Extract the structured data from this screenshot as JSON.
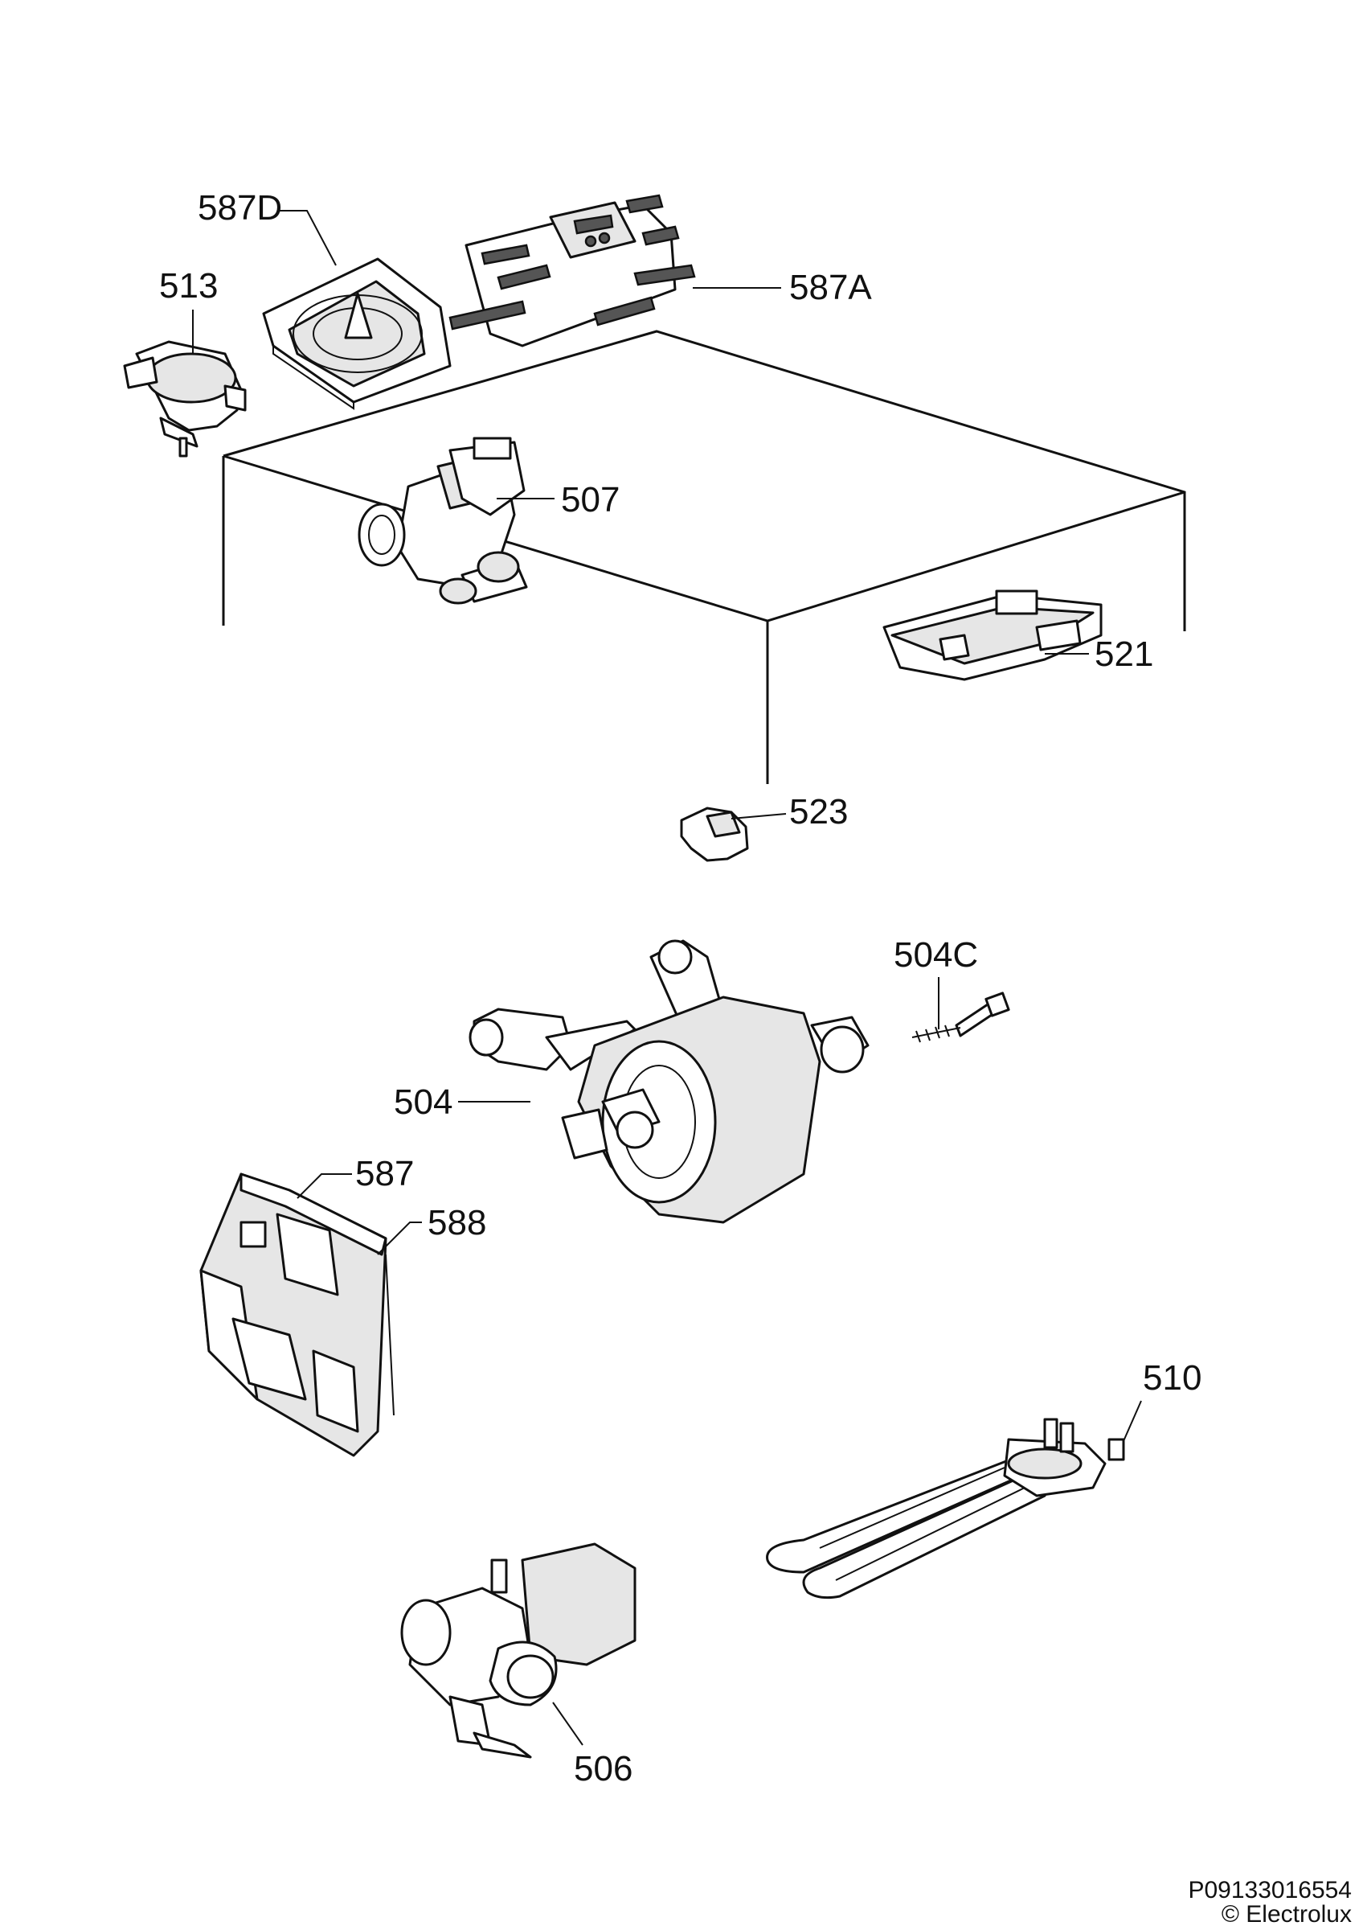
{
  "parts": [
    {
      "id": "587D",
      "label": "587D"
    },
    {
      "id": "513",
      "label": "513"
    },
    {
      "id": "587A",
      "label": "587A"
    },
    {
      "id": "507",
      "label": "507"
    },
    {
      "id": "521",
      "label": "521"
    },
    {
      "id": "523",
      "label": "523"
    },
    {
      "id": "504C",
      "label": "504C"
    },
    {
      "id": "504",
      "label": "504"
    },
    {
      "id": "587",
      "label": "587"
    },
    {
      "id": "588",
      "label": "588"
    },
    {
      "id": "510",
      "label": "510"
    },
    {
      "id": "506",
      "label": "506"
    }
  ],
  "footer": {
    "code": "P09133016554",
    "copyright": "© Electrolux"
  }
}
